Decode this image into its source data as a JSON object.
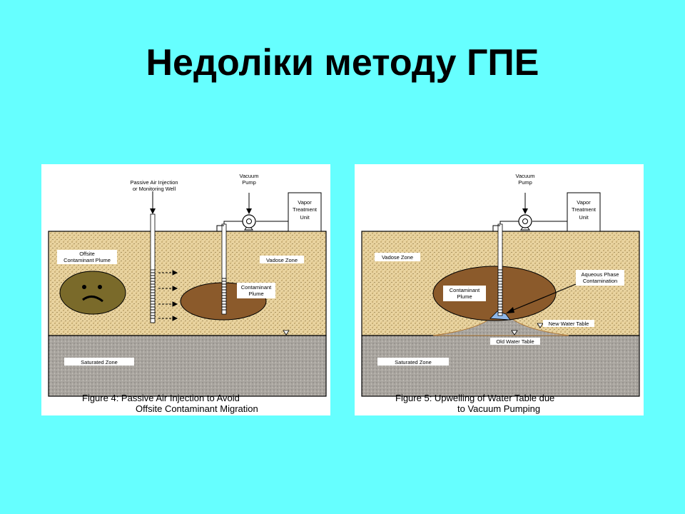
{
  "slide": {
    "title": "Недоліки методу ГПЕ"
  },
  "colors": {
    "background": "#66ffff",
    "vadose": "#e9d39f",
    "saturated": "#a9a59f",
    "plume": "#8b5a2b",
    "aqueous": "#8fb8e8"
  },
  "figure4": {
    "injection_label_1": "Passive Air Injection",
    "injection_label_2": "or  Monitoring Well",
    "pump_label_1": "Vacuum",
    "pump_label_2": "Pump",
    "treatment_label_1": "Vapor",
    "treatment_label_2": "Treatment",
    "treatment_label_3": "Unit",
    "offsite_label_1": "Offsite",
    "offsite_label_2": "Contaminant Plume",
    "vadose_label": "Vadose Zone",
    "plume_label_1": "Contaminant",
    "plume_label_2": "Plume",
    "saturated_label": "Saturated Zone",
    "caption_1": "Figure 4:  Passive Air Injection to Avoid",
    "caption_2": "Offsite Contaminant Migration"
  },
  "figure5": {
    "pump_label_1": "Vacuum",
    "pump_label_2": "Pump",
    "treatment_label_1": "Vapor",
    "treatment_label_2": "Treatment",
    "treatment_label_3": "Unit",
    "vadose_label": "Vadose Zone",
    "plume_label_1": "Contaminant",
    "plume_label_2": "Plume",
    "aqueous_label_1": "Aqueous Phase",
    "aqueous_label_2": "Contamination",
    "new_water_label": "New Water Table",
    "old_water_label": "Old Water Table",
    "saturated_label": "Saturated Zone",
    "caption_1": "Figure 5:  Upwelling of Water Table due",
    "caption_2": "to Vacuum Pumping"
  }
}
